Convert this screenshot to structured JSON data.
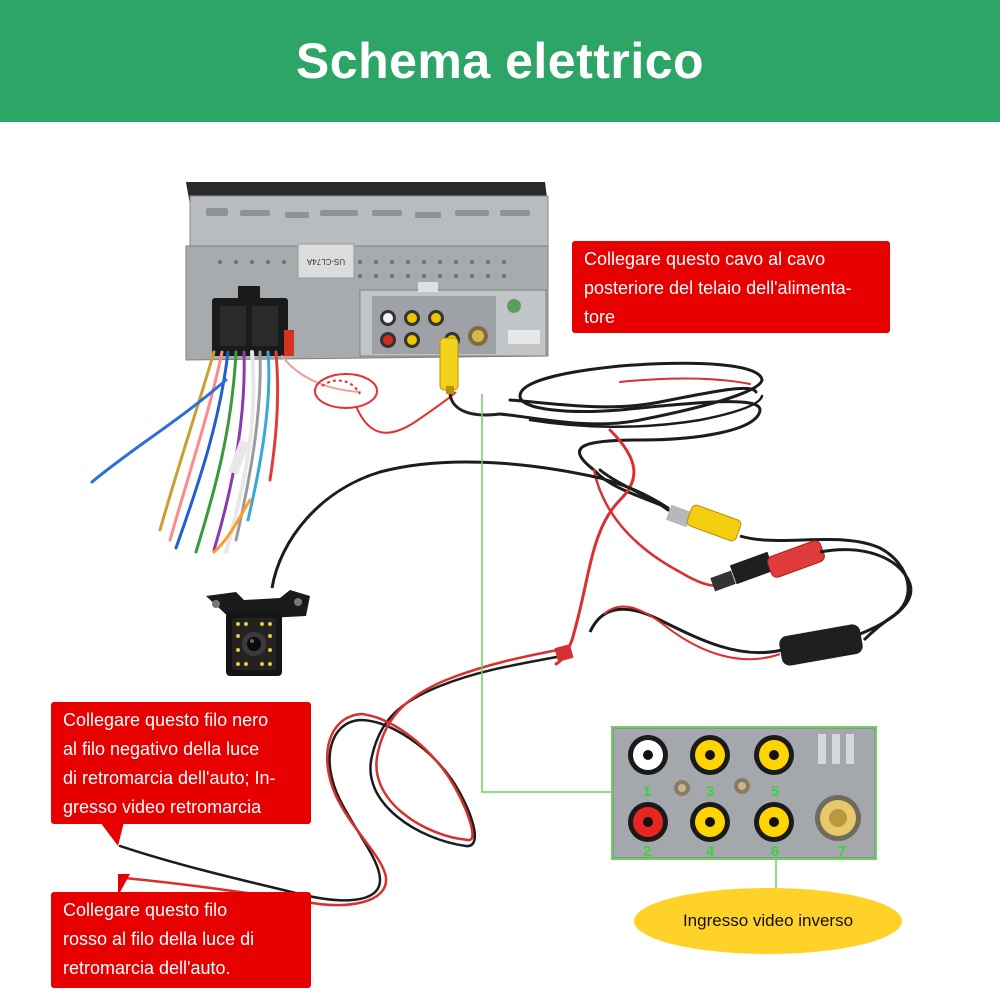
{
  "header": {
    "title": "Schema elettrico"
  },
  "callouts": {
    "power_cable": [
      "Collegare questo cavo al cavo",
      "posteriore del telaio dell'alimenta-",
      "tore"
    ],
    "black_wire": [
      "Collegare questo filo nero",
      "al filo negativo della luce",
      "di retromarcia dell'auto; In-",
      "gresso video retromarcia"
    ],
    "red_wire": [
      "Collegare questo filo",
      "rosso al filo della luce di",
      "retromarcia dell'auto."
    ]
  },
  "reverse_video_label": "Ingresso video inverso",
  "device_labels": {
    "model": "US-CL74A"
  },
  "rca_ports": [
    {
      "number": "1",
      "color": "#ffffff"
    },
    {
      "number": "2",
      "color": "#e8251f"
    },
    {
      "number": "3",
      "color": "#ffd400"
    },
    {
      "number": "4",
      "color": "#ffd400"
    },
    {
      "number": "5",
      "color": "#ffd400"
    },
    {
      "number": "6",
      "color": "#ffd400"
    },
    {
      "number": "7",
      "color": "#e7c86a"
    }
  ],
  "colors": {
    "header_green": "#2da566",
    "callout_red": "#e60000",
    "label_yellow": "#ffd22a",
    "guide_green": "#6fd15c",
    "port_number_green": "#3bd23b"
  }
}
